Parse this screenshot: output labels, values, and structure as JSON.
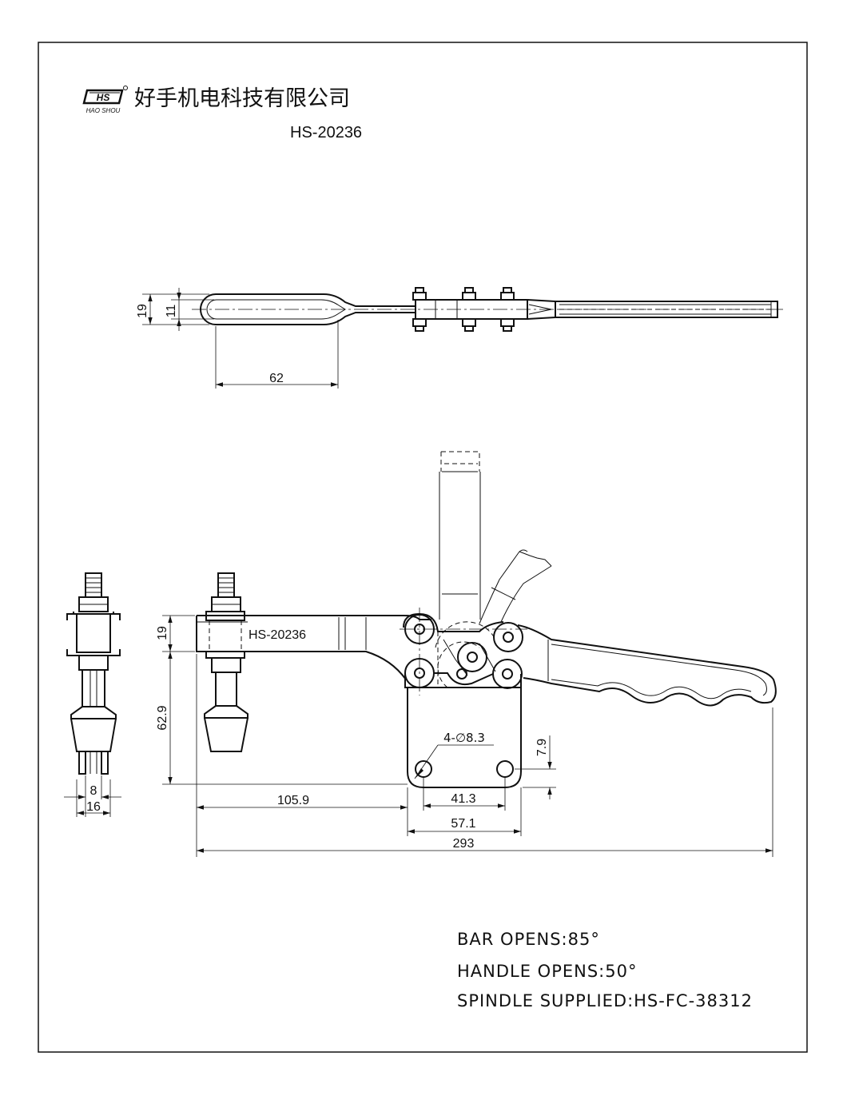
{
  "header": {
    "logo_mark": "HS",
    "logo_sub": "HAO SHOU",
    "company_name": "好手机电科技有限公司",
    "model": "HS-20236"
  },
  "body_label": "HS-20236",
  "dimensions": {
    "top_19": "19",
    "top_11": "11",
    "top_62": "62",
    "arm_19": "19",
    "height_62_9": "62.9",
    "hole_spec": "4-∅8.3",
    "offset_7_9": "7.9",
    "spindle_8": "8",
    "spindle_16": "16",
    "len_105_9": "105.9",
    "base_41_3": "41.3",
    "base_57_1": "57.1",
    "overall_293": "293"
  },
  "specs": {
    "bar_opens": "BAR  OPENS:85°",
    "handle_opens": "HANDLE  OPENS:50°",
    "spindle_supplied": "SPINDLE  SUPPLIED:HS-FC-38312"
  }
}
